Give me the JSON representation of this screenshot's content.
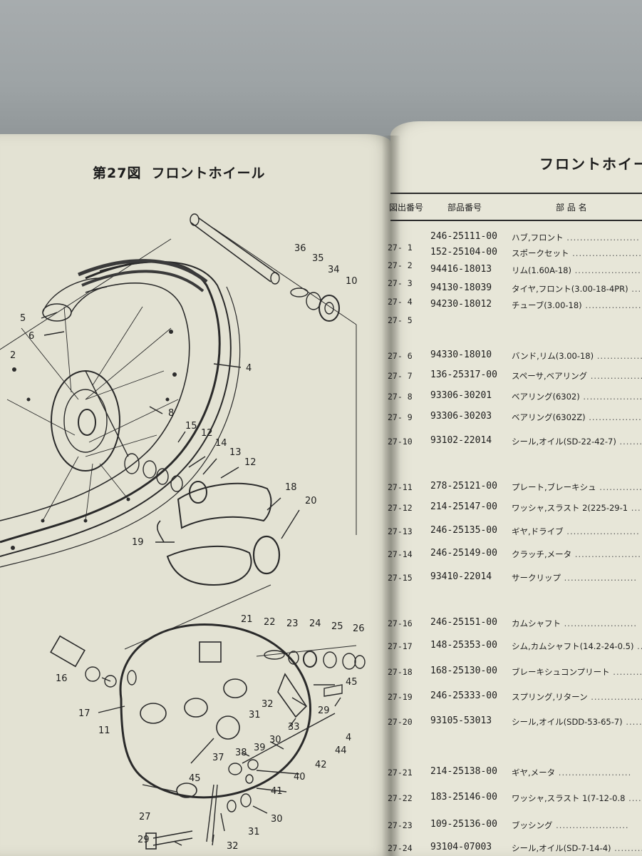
{
  "left_page": {
    "figure_number": "第27図",
    "figure_title": "フロントホイール",
    "callouts": [
      "36",
      "35",
      "34",
      "10",
      "5",
      "6",
      "2",
      "4",
      "8",
      "15",
      "12",
      "14",
      "13",
      "12",
      "18",
      "20",
      "19",
      "21",
      "22",
      "23",
      "24",
      "25",
      "26",
      "16",
      "17",
      "11",
      "45",
      "4",
      "29",
      "32",
      "31",
      "33",
      "30",
      "38",
      "39",
      "44",
      "37",
      "42",
      "45",
      "40",
      "41",
      "27",
      "30",
      "31",
      "29",
      "32"
    ]
  },
  "right_page": {
    "page_title": "フロントホイー",
    "columns": {
      "ref": "図出番号",
      "part_no": "部品番号",
      "name": "部 品 名"
    },
    "parts": [
      {
        "ref": "27- 1",
        "part_no": "246-25111-00",
        "name": "ハブ,フロント"
      },
      {
        "ref": "27- 2",
        "part_no": "152-25104-00",
        "name": "スポークセット"
      },
      {
        "ref": "27- 3",
        "part_no": "94416-18013",
        "name": "リム(1.60A-18)"
      },
      {
        "ref": "27- 4",
        "part_no": "94130-18039",
        "name": "タイヤ,フロント(3.00-18-4PR)"
      },
      {
        "ref": "27- 5",
        "part_no": "94230-18012",
        "name": "チューブ(3.00-18)"
      },
      {
        "ref": "27- 6",
        "part_no": "94330-18010",
        "name": "バンド,リム(3.00-18)"
      },
      {
        "ref": "27- 7",
        "part_no": "136-25317-00",
        "name": "スペーサ,ベアリング"
      },
      {
        "ref": "27- 8",
        "part_no": "93306-30201",
        "name": "ベアリング(6302)"
      },
      {
        "ref": "27- 9",
        "part_no": "93306-30203",
        "name": "ベアリング(6302Z)"
      },
      {
        "ref": "27-10",
        "part_no": "93102-22014",
        "name": "シール,オイル(SD-22-42-7)"
      },
      {
        "ref": "27-11",
        "part_no": "278-25121-00",
        "name": "プレート,ブレーキシュ"
      },
      {
        "ref": "27-12",
        "part_no": "214-25147-00",
        "name": "ワッシャ,スラスト 2(225-29-1"
      },
      {
        "ref": "27-13",
        "part_no": "246-25135-00",
        "name": "ギヤ,ドライブ"
      },
      {
        "ref": "27-14",
        "part_no": "246-25149-00",
        "name": "クラッチ,メータ"
      },
      {
        "ref": "27-15",
        "part_no": "93410-22014",
        "name": "サークリップ"
      },
      {
        "ref": "27-16",
        "part_no": "246-25151-00",
        "name": "カムシャフト"
      },
      {
        "ref": "27-17",
        "part_no": "148-25353-00",
        "name": "シム,カムシャフト(14.2-24-0.5)"
      },
      {
        "ref": "27-18",
        "part_no": "168-25130-00",
        "name": "ブレーキシュコンプリート"
      },
      {
        "ref": "27-19",
        "part_no": "246-25333-00",
        "name": "スプリング,リターン"
      },
      {
        "ref": "27-20",
        "part_no": "93105-53013",
        "name": "シール,オイル(SDD-53-65-7)"
      },
      {
        "ref": "27-21",
        "part_no": "214-25138-00",
        "name": "ギヤ,メータ"
      },
      {
        "ref": "27-22",
        "part_no": "183-25146-00",
        "name": "ワッシャ,スラスト 1(7-12-0.8"
      },
      {
        "ref": "27-23",
        "part_no": "109-25136-00",
        "name": "ブッシング"
      },
      {
        "ref": "27-24",
        "part_no": "93104-07003",
        "name": "シール,オイル(SD-7-14-4)"
      }
    ]
  }
}
